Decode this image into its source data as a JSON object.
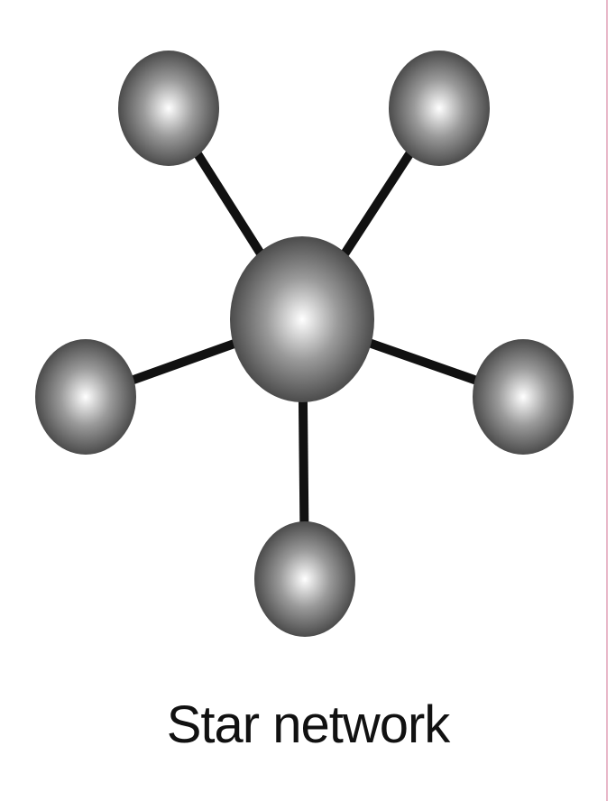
{
  "caption": "Star network",
  "colors": {
    "background": "#ffffff",
    "link": "#111111",
    "node_highlight": "#ffffff",
    "node_mid": "#9a9a9a",
    "node_edge": "#3c3c3c",
    "page_edge_rule": "#e8b7c8"
  },
  "network": {
    "topology": "star",
    "hub": {
      "id": "hub"
    },
    "nodes": [
      {
        "id": "node-top-left"
      },
      {
        "id": "node-top-right"
      },
      {
        "id": "node-left"
      },
      {
        "id": "node-right"
      },
      {
        "id": "node-bottom"
      }
    ],
    "links": [
      {
        "from": "hub",
        "to": "node-top-left"
      },
      {
        "from": "hub",
        "to": "node-top-right"
      },
      {
        "from": "hub",
        "to": "node-left"
      },
      {
        "from": "hub",
        "to": "node-right"
      },
      {
        "from": "hub",
        "to": "node-bottom"
      }
    ]
  }
}
